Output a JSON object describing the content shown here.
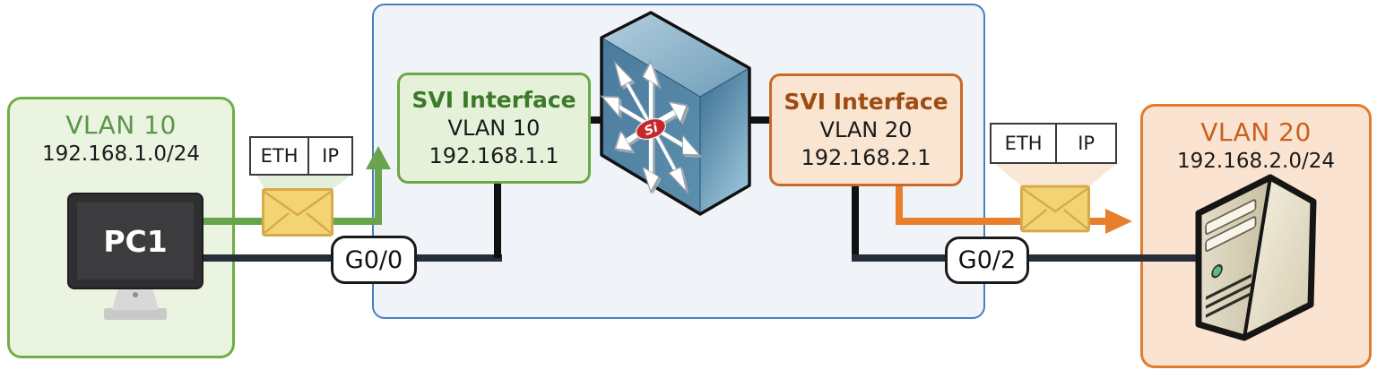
{
  "zones": {
    "vlan10": {
      "title": "VLAN 10",
      "subnet": "192.168.1.0/24"
    },
    "vlan20": {
      "title": "VLAN 20",
      "subnet": "192.168.2.0/24"
    }
  },
  "devices": {
    "pc": {
      "label": "PC1"
    },
    "switch": {
      "badge": "Si"
    }
  },
  "svi": {
    "vlan10": {
      "title": "SVI Interface",
      "vlan": "VLAN 10",
      "ip": "192.168.1.1"
    },
    "vlan20": {
      "title": "SVI Interface",
      "vlan": "VLAN 20",
      "ip": "192.168.2.1"
    }
  },
  "packets": {
    "left": {
      "eth": "ETH",
      "ip": "IP"
    },
    "right": {
      "eth": "ETH",
      "ip": "IP"
    }
  },
  "ports": {
    "left": "G0/0",
    "right": "G0/2"
  },
  "colors": {
    "vlan10_accent": "#5a9648",
    "vlan10_border": "#70ad47",
    "vlan10_fill": "#ebf3e1",
    "svi10_title": "#3b7a2a",
    "vlan20_accent": "#cc5f1e",
    "vlan20_border": "#e07b2f",
    "vlan20_fill": "#fae3d0",
    "svi20_title": "#9e4c12",
    "green_cable": "#67a44c",
    "orange_cable": "#e97e2d",
    "black_cable": "#262f39",
    "switch_zone_border": "#4a7fbf",
    "switch_zone_fill": "#f0f4f9",
    "envelope": "#f2d474",
    "si_badge": "#c5272d"
  }
}
